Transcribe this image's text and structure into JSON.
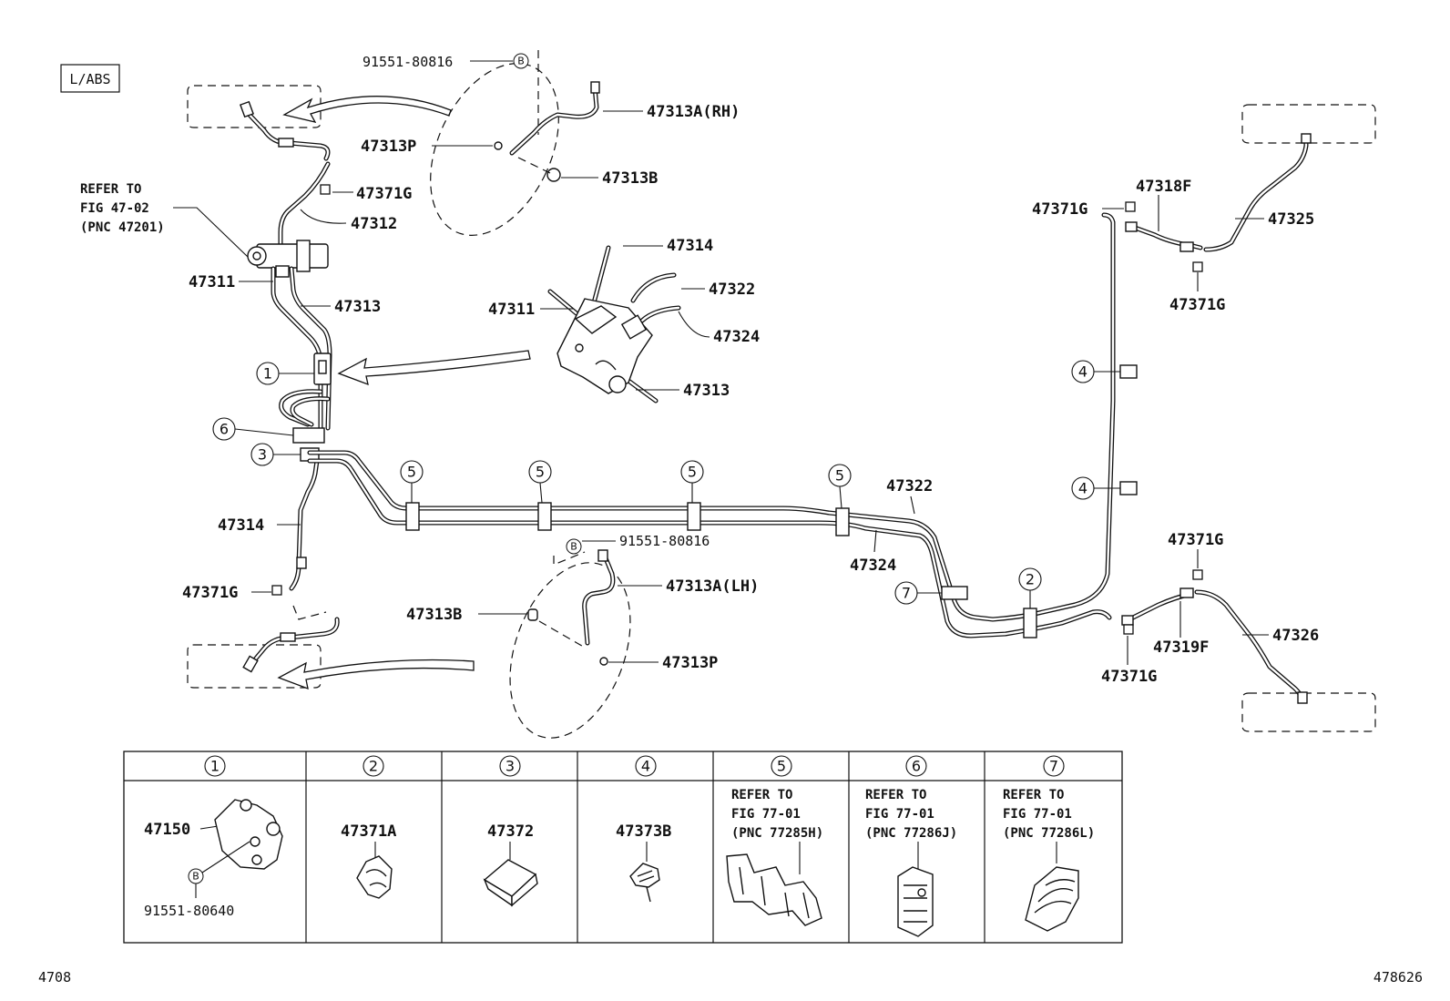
{
  "badge": "L/ABS",
  "refer_main": [
    "REFER TO",
    "FIG 47-02",
    "(PNC 47201)"
  ],
  "labels": {
    "pn_91551_80816_top": "91551-80816",
    "pn_47313A_RH": "47313A(RH)",
    "pn_47313P_top": "47313P",
    "pn_47313B_top": "47313B",
    "pn_47371G_top": "47371G",
    "pn_47312": "47312",
    "pn_47311_left": "47311",
    "pn_47313_left": "47313",
    "pn_47314_detail": "47314",
    "pn_47322_detail": "47322",
    "pn_47311_detail": "47311",
    "pn_47324_detail": "47324",
    "pn_47313_detail": "47313",
    "pn_47314_left": "47314",
    "pn_47371G_left": "47371G",
    "pn_91551_80816_bottom": "91551-80816",
    "pn_47313A_LH": "47313A(LH)",
    "pn_47313B_bottom": "47313B",
    "pn_47313P_bottom": "47313P",
    "pn_47322_main": "47322",
    "pn_47324_main": "47324",
    "pn_47371G_right_top": "47371G",
    "pn_47318F": "47318F",
    "pn_47325": "47325",
    "pn_47371G_right_mid": "47371G",
    "pn_47371G_right_low": "47371G",
    "pn_47319F": "47319F",
    "pn_47326": "47326",
    "pn_47371G_right_bottom": "47371G"
  },
  "callouts": [
    "1",
    "2",
    "3",
    "4",
    "5",
    "6",
    "7"
  ],
  "b_marker": "B",
  "legend": {
    "headers": [
      "1",
      "2",
      "3",
      "4",
      "5",
      "6",
      "7"
    ],
    "cell1": {
      "part": "47150",
      "marker": "B",
      "bolt": "91551-80640"
    },
    "cell2": {
      "part": "47371A"
    },
    "cell3": {
      "part": "47372"
    },
    "cell4": {
      "part": "47373B"
    },
    "cell5": {
      "refer": [
        "REFER TO",
        "FIG 77-01",
        "(PNC 77285H)"
      ]
    },
    "cell6": {
      "refer": [
        "REFER TO",
        "FIG 77-01",
        "(PNC 77286J)"
      ]
    },
    "cell7": {
      "refer": [
        "REFER TO",
        "FIG 77-01",
        "(PNC 77286L)"
      ]
    }
  },
  "footer": {
    "left": "4708",
    "right": "478626"
  }
}
